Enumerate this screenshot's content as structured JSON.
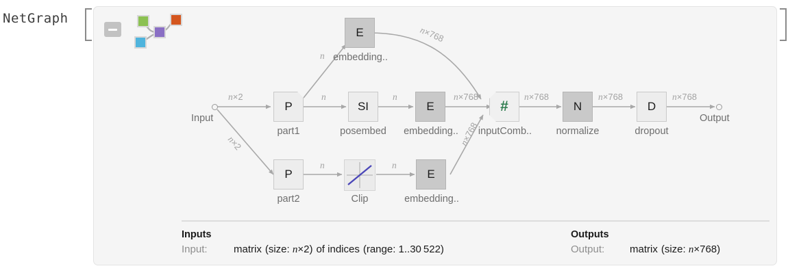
{
  "expression": {
    "head": "NetGraph",
    "bracket_left": "[",
    "bracket_right": "]"
  },
  "panel": {
    "collapse_button_label": "–",
    "icon_name": "net-thumbnail-icon"
  },
  "graph": {
    "input_port": {
      "label": "Input"
    },
    "output_port": {
      "label": "Output"
    },
    "nodes": [
      {
        "id": "embedding_top",
        "glyph": "E",
        "label": "embedding..",
        "style": "dark"
      },
      {
        "id": "part1",
        "glyph": "P",
        "label": "part1",
        "style": "light"
      },
      {
        "id": "posembed",
        "glyph": "SI",
        "label": "posembed",
        "style": "light"
      },
      {
        "id": "embedding_mid",
        "glyph": "E",
        "label": "embedding..",
        "style": "dark"
      },
      {
        "id": "inputcomb",
        "glyph": "#",
        "label": "inputComb..",
        "style": "combiner"
      },
      {
        "id": "normalize",
        "glyph": "N",
        "label": "normalize",
        "style": "dark"
      },
      {
        "id": "dropout",
        "glyph": "D",
        "label": "dropout",
        "style": "light"
      },
      {
        "id": "part2",
        "glyph": "P",
        "label": "part2",
        "style": "light"
      },
      {
        "id": "clip",
        "glyph": "",
        "label": "Clip",
        "style": "plot"
      },
      {
        "id": "embedding_bot",
        "glyph": "E",
        "label": "embedding..",
        "style": "dark"
      }
    ],
    "edge_labels": [
      {
        "id": "e_in_part1",
        "text": "n×2",
        "rotation": 0
      },
      {
        "id": "e_in_part2",
        "text": "n×2",
        "rotation": 45
      },
      {
        "id": "e_part1_posem",
        "text": "n",
        "rotation": 0
      },
      {
        "id": "e_part1_embtop",
        "text": "n",
        "rotation": 0
      },
      {
        "id": "e_posem_embmid",
        "text": "n",
        "rotation": 0
      },
      {
        "id": "e_embmid_comb",
        "text": "n×768",
        "rotation": 0
      },
      {
        "id": "e_embtop_comb",
        "text": "n×768",
        "rotation": -28
      },
      {
        "id": "e_embbot_comb",
        "text": "n×768",
        "rotation": -55
      },
      {
        "id": "e_comb_norm",
        "text": "n×768",
        "rotation": 0
      },
      {
        "id": "e_norm_drop",
        "text": "n×768",
        "rotation": 0
      },
      {
        "id": "e_drop_out",
        "text": "n×768",
        "rotation": 0
      },
      {
        "id": "e_part2_clip",
        "text": "n",
        "rotation": 0
      },
      {
        "id": "e_clip_embbot",
        "text": "n",
        "rotation": 0
      }
    ]
  },
  "footer": {
    "inputs": {
      "title": "Inputs",
      "key": "Input:",
      "value_main": "matrix",
      "value_size": "(size: n×2)",
      "value_kind": "of indices",
      "value_range": "(range: 1..30 522)"
    },
    "outputs": {
      "title": "Outputs",
      "key": "Output:",
      "value_main": "matrix",
      "value_size": "(size: n×768)"
    }
  },
  "colors": {
    "panel_bg": "#f5f5f5",
    "node_light": "#ededed",
    "node_dark": "#c9c9c9",
    "edge": "#9e9e9e",
    "combiner_green": "#2e7d4f",
    "clip_blue": "#4a46b8",
    "icon_green": "#7fba4c",
    "icon_purple": "#8a6fc4",
    "icon_blue": "#4fb4dd",
    "icon_orange": "#d4561e"
  }
}
